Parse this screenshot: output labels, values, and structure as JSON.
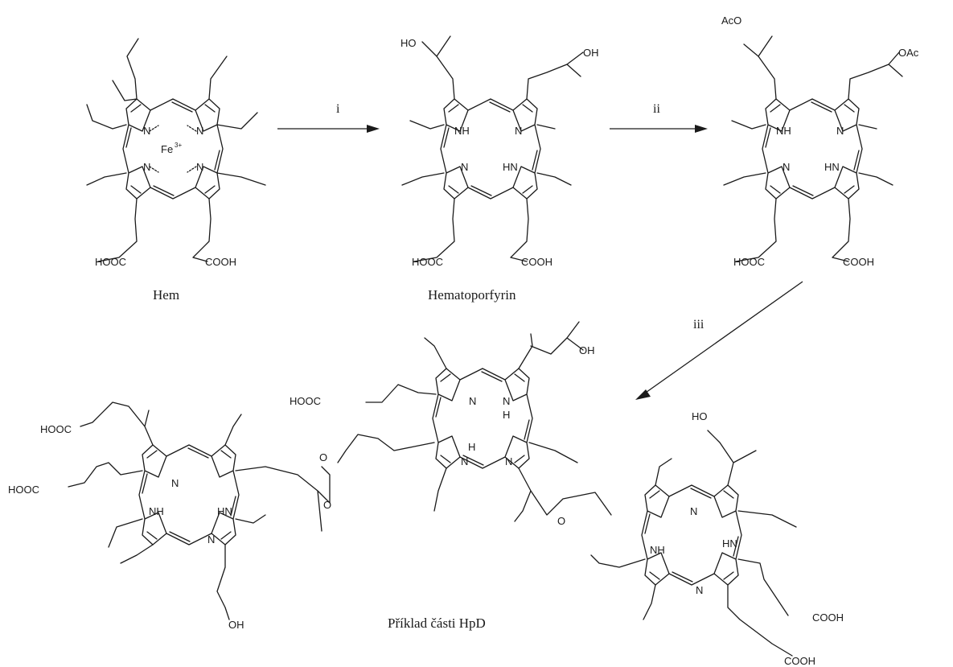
{
  "captions": {
    "heme": "Hem",
    "hematoporphyrin": "Hematoporfyrin",
    "hpd": "Příklad části HpD"
  },
  "steps": {
    "i": "i",
    "ii": "ii",
    "iii": "iii"
  },
  "atoms": {
    "n": "N",
    "nh": "NH",
    "hn": "HN",
    "h": "H",
    "fe": "Fe",
    "fe_charge": "3+",
    "cooh": "COOH",
    "hooc": "HOOC",
    "oh": "OH",
    "ho": "HO",
    "oac": "OAc",
    "aco": "AcO",
    "o": "O"
  }
}
